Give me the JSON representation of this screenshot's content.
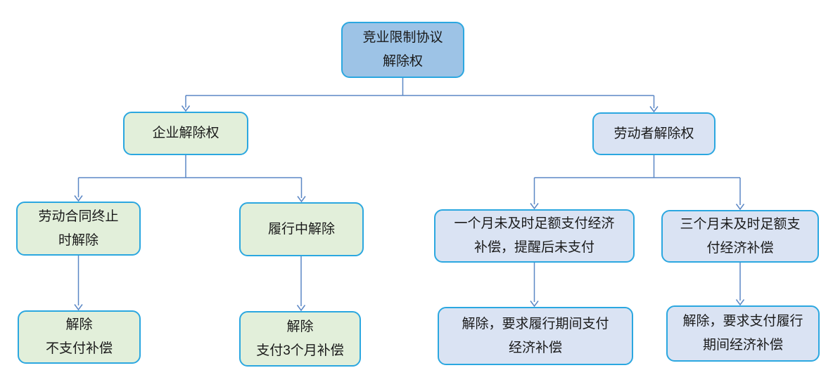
{
  "diagram": {
    "colors": {
      "node_border": "#2BA7E0",
      "root_fill": "#9DC3E6",
      "enterprise_branch_fill": "#E2EFDA",
      "laborer_branch_fill": "#DAE3F3",
      "connector": "#5B87C5",
      "text": "#1A1A1A"
    },
    "nodes": {
      "root": {
        "lines": [
          "竞业限制协议",
          "解除权"
        ]
      },
      "enterprise": {
        "lines": [
          "企业解除权"
        ]
      },
      "laborer": {
        "lines": [
          "劳动者解除权"
        ]
      },
      "contract_end": {
        "lines": [
          "劳动合同终止",
          "时解除"
        ]
      },
      "during_performance": {
        "lines": [
          "履行中解除"
        ]
      },
      "one_month": {
        "lines": [
          "一个月未及时足额支付经济",
          "补偿，提醒后未支付"
        ]
      },
      "three_month": {
        "lines": [
          "三个月未及时足额支",
          "付经济补偿"
        ]
      },
      "contract_end_result": {
        "lines": [
          "解除",
          "不支付补偿"
        ]
      },
      "during_performance_result": {
        "lines": [
          "解除",
          "支付3个月补偿"
        ]
      },
      "one_month_result": {
        "lines": [
          "解除，要求履行期间支付",
          "经济补偿"
        ]
      },
      "three_month_result": {
        "lines": [
          "解除，要求支付履行",
          "期间经济补偿"
        ]
      }
    }
  }
}
